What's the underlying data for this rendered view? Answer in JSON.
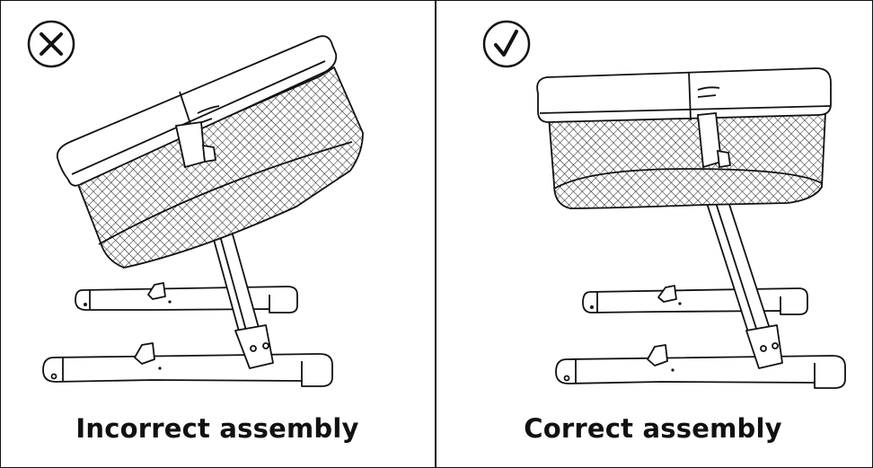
{
  "panels": [
    {
      "status": "incorrect",
      "status_icon": "x-mark-icon",
      "caption": "Incorrect assembly"
    },
    {
      "status": "correct",
      "status_icon": "check-mark-icon",
      "caption": "Correct assembly"
    }
  ],
  "colors": {
    "stroke": "#111111",
    "background": "#ffffff"
  }
}
